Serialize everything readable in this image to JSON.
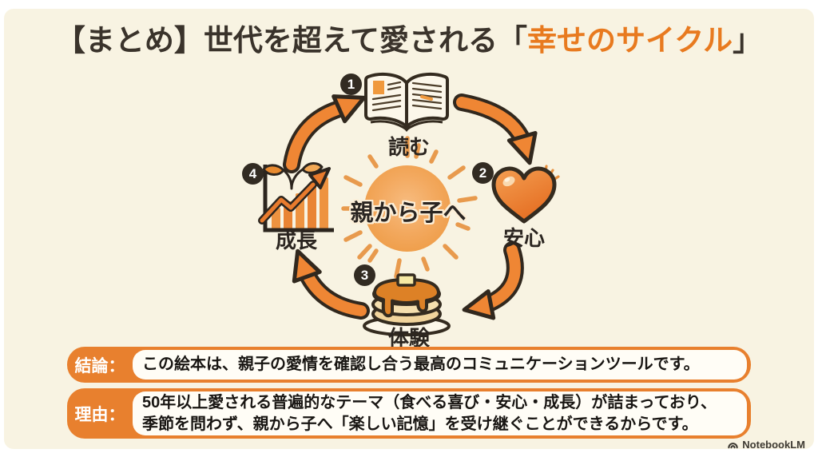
{
  "slide": {
    "title": {
      "prefix": "【まとめ】世代を超えて愛される「",
      "highlight": "幸せのサイクル",
      "suffix": "」"
    },
    "cycle": {
      "center_label": "親から子へ",
      "steps": [
        {
          "number": "1",
          "label": "読む",
          "icon": "open-book-icon"
        },
        {
          "number": "2",
          "label": "安心",
          "icon": "heart-icon"
        },
        {
          "number": "3",
          "label": "体験",
          "icon": "pancakes-icon"
        },
        {
          "number": "4",
          "label": "成長",
          "icon": "growth-chart-icon"
        }
      ]
    },
    "callouts": [
      {
        "label": "結論：",
        "lines": [
          "この絵本は、親子の愛情を確認し合う最高のコミュニケーションツールです。"
        ]
      },
      {
        "label": "理由：",
        "lines": [
          "50年以上愛される普遍的なテーマ（食べる喜び・安心・成長）が詰まっており、",
          "季節を問わず、親から子へ「楽しい記憶」を受け継ぐことができるからです。"
        ]
      }
    ],
    "footer": {
      "brand": "NotebookLM"
    },
    "colors": {
      "background": "#F8F3E2",
      "accent_orange": "#E8802E",
      "arrow_orange": "#EF8634",
      "title_highlight": "#E87A1F",
      "dark_text": "#2B2520",
      "sun_fill": "#F3A95F",
      "callout_body_bg": "#FFFDF6"
    }
  }
}
